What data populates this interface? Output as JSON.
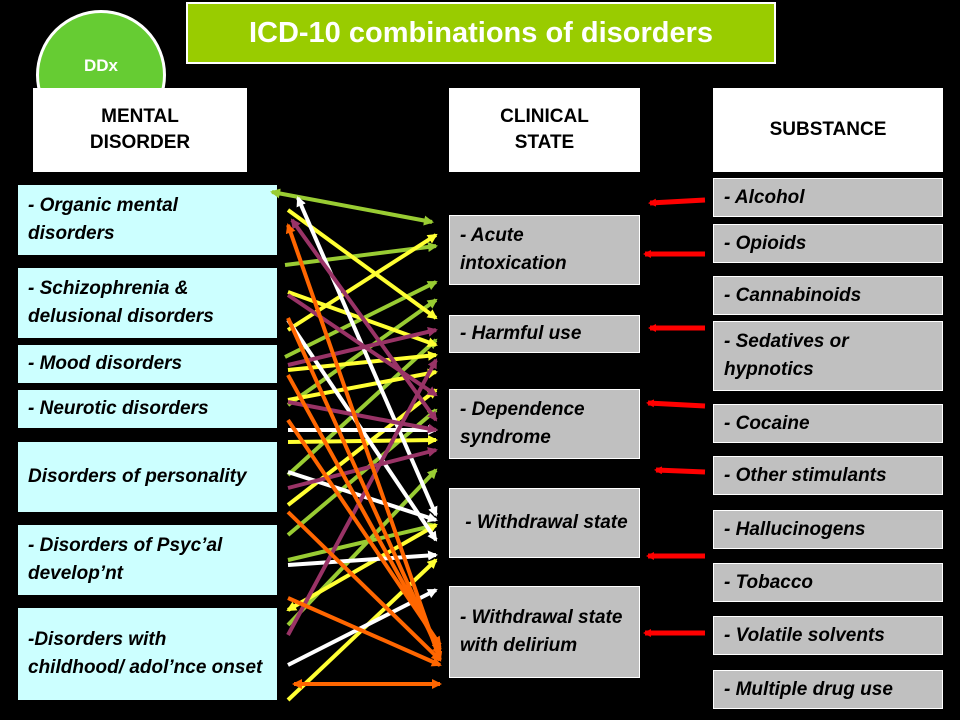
{
  "title": "ICD-10 combinations of disorders",
  "badge": "DDx",
  "headers": {
    "mental": "MENTAL DISORDER",
    "clinical": "CLINICAL STATE",
    "substance": "SUBSTANCE"
  },
  "mental_disorders": [
    "- Organic mental disorders",
    "- Schizophrenia & delusional disorders",
    "- Mood disorders",
    "- Neurotic disorders",
    "Disorders of personality",
    "- Disorders of Psyc’al develop’nt",
    "-Disorders with childhood/ adol’nce onset"
  ],
  "clinical_states": [
    "- Acute intoxication",
    "- Harmful use",
    "- Dependence syndrome",
    " - Withdrawal state",
    "- Withdrawal state with delirium"
  ],
  "substances": [
    "- Alcohol",
    "- Opioids",
    "- Cannabinoids",
    "- Sedatives or hypnotics",
    "- Cocaine",
    "- Other stimulants",
    "- Hallucinogens",
    "- Tobacco",
    "- Volatile solvents",
    "- Multiple drug use"
  ],
  "colors": {
    "title_bg": "#99cc00",
    "badge_bg": "#66cc33",
    "mental_bg": "#ccffff",
    "state_bg": "#c0c0c0",
    "arrow_red": "#ff0000",
    "arrow_green": "#99cc33",
    "arrow_yellow": "#ffff33",
    "arrow_white": "#ffffff",
    "arrow_purple": "#993366",
    "arrow_orange": "#ff6600"
  }
}
